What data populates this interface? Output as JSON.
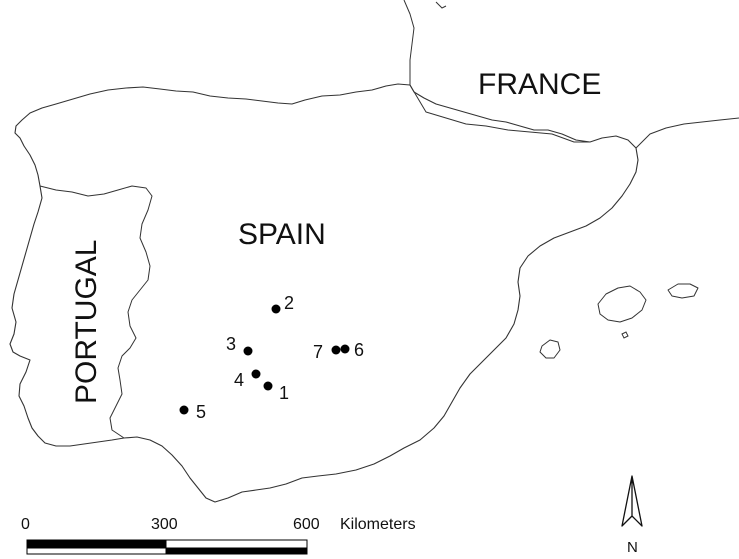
{
  "map": {
    "countries": [
      {
        "name": "FRANCE"
      },
      {
        "name": "SPAIN"
      },
      {
        "name": "PORTUGAL"
      }
    ],
    "sites": [
      {
        "label": "1"
      },
      {
        "label": "2"
      },
      {
        "label": "3"
      },
      {
        "label": "4"
      },
      {
        "label": "5"
      },
      {
        "label": "6"
      },
      {
        "label": "7"
      }
    ],
    "scale_bar": {
      "ticks": [
        "0",
        "300",
        "600"
      ],
      "unit": "Kilometers"
    },
    "north_arrow": {
      "label": "N"
    },
    "colors": {
      "coastline": "#333333",
      "site": "#000000",
      "scale_dark": "#000000",
      "scale_light": "#ffffff"
    }
  }
}
